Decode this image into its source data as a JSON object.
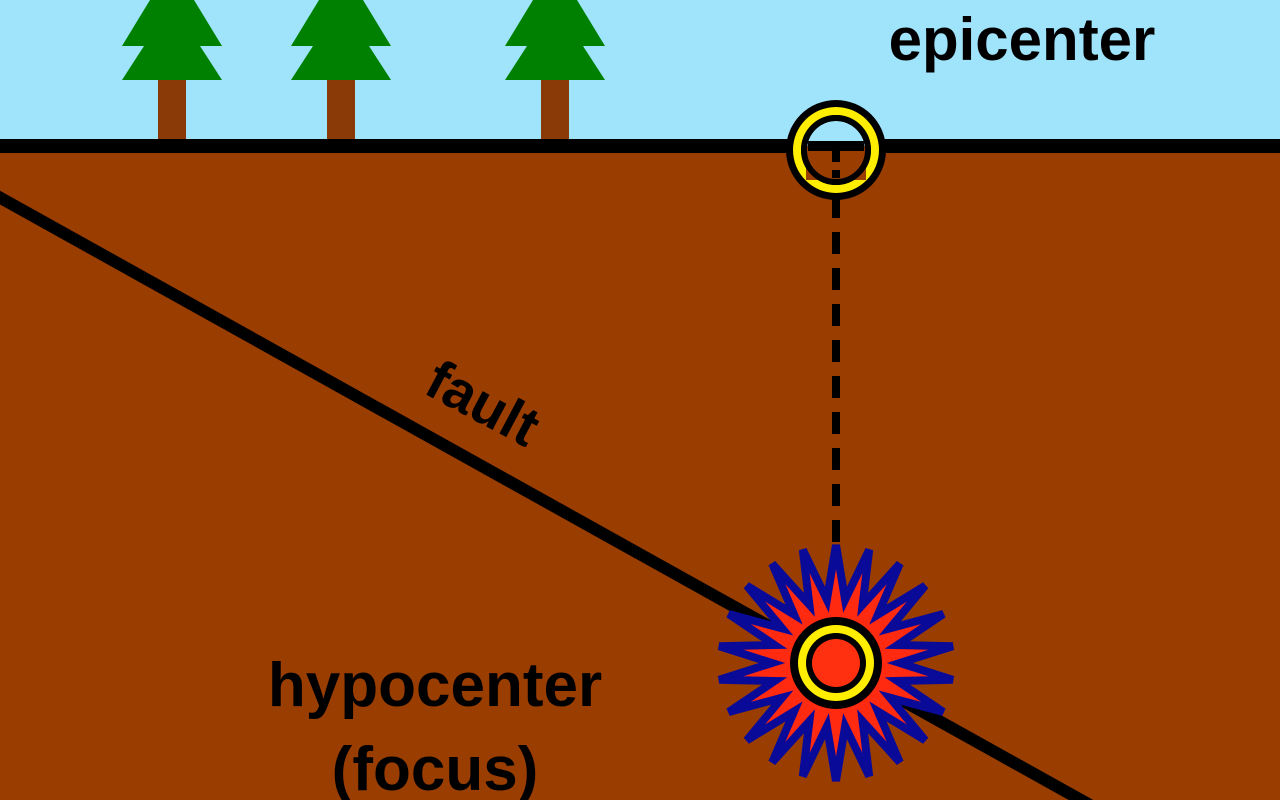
{
  "labels": {
    "epicenter": "epicenter",
    "fault": "fault",
    "hypocenter_line1": "hypocenter",
    "hypocenter_line2": "(focus)"
  },
  "colors": {
    "sky": "#9fe4fb",
    "ground": "#993d00",
    "tree_foliage": "#008000",
    "tree_trunk": "#8a3a06",
    "line": "#000000",
    "marker_ring": "#ffee00",
    "burst_outer": "#0a0a99",
    "burst_inner": "#ff2a10",
    "focus_core": "#ff3010"
  },
  "icons": {
    "tree": "pine-tree-icon",
    "epicenter_marker": "ring-marker-icon",
    "hypocenter_burst": "starburst-icon"
  }
}
